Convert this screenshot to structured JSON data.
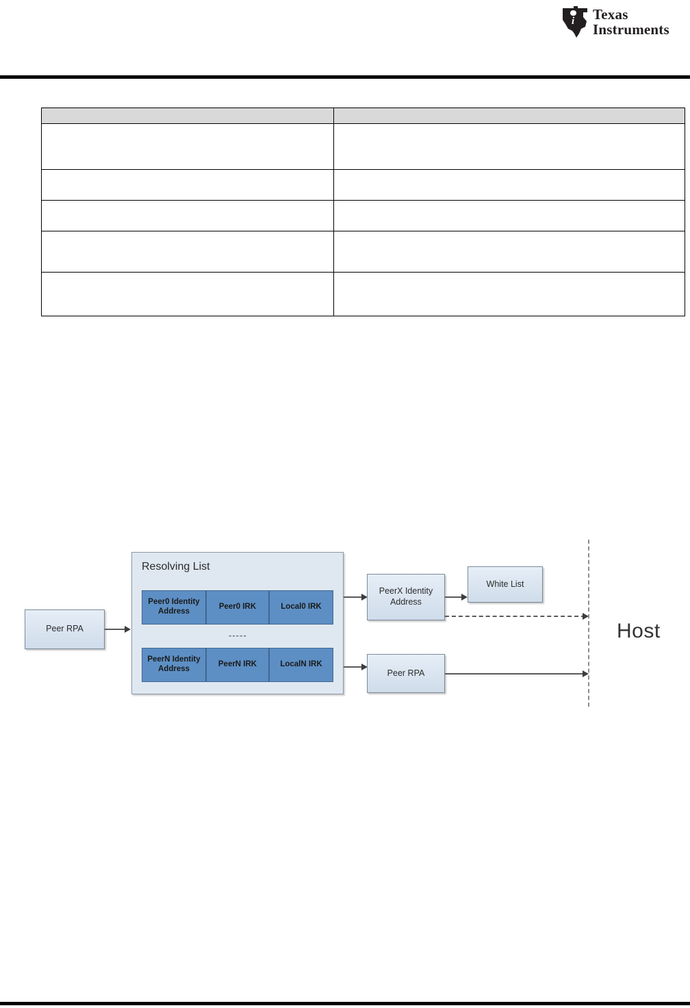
{
  "header": {
    "logo": {
      "icon": "texas-instruments-logo",
      "line1": "Texas",
      "line2": "Instruments"
    }
  },
  "table": {
    "columns": [
      {
        "header": ""
      },
      {
        "header": ""
      }
    ],
    "rows": [
      {
        "cells": [
          "",
          ""
        ]
      },
      {
        "cells": [
          "",
          ""
        ]
      },
      {
        "cells": [
          "",
          ""
        ]
      },
      {
        "cells": [
          "",
          ""
        ]
      },
      {
        "cells": [
          "",
          ""
        ]
      }
    ]
  },
  "diagram": {
    "peer_rpa_input": "Peer RPA",
    "resolving_list": {
      "title": "Resolving List",
      "ellipsis": "-----",
      "rows": [
        {
          "identity_address": "Peer0 Identity Address",
          "peer_irk": "Peer0 IRK",
          "local_irk": "Local0 IRK"
        },
        {
          "identity_address": "PeerN Identity Address",
          "peer_irk": "PeerN IRK",
          "local_irk": "LocalN IRK"
        }
      ]
    },
    "peerx_identity_address": "PeerX Identity Address",
    "white_list": "White List",
    "peer_rpa_output": "Peer RPA",
    "host_label": "Host"
  }
}
